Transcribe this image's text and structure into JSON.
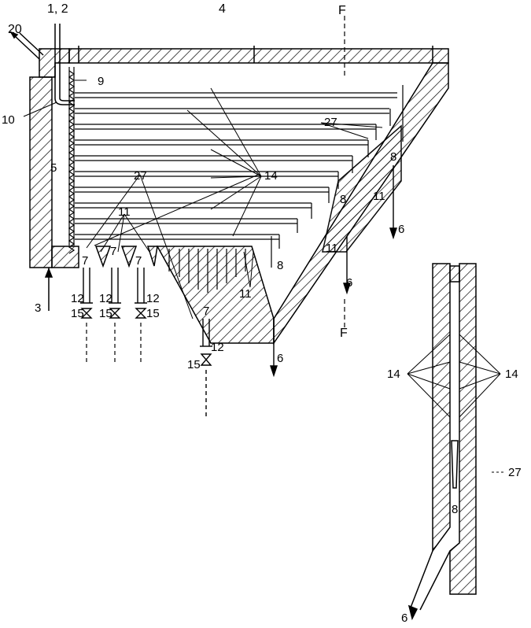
{
  "labels": {
    "l12": "1, 2",
    "l4": "4",
    "lF_top": "F",
    "l20": "20",
    "l9": "9",
    "l10": "10",
    "l27_a": "27",
    "l8_a": "8",
    "l5": "5",
    "l27_b": "27",
    "l14_main": "14",
    "l11_a": "11",
    "l6_a": "6",
    "l8_b": "8",
    "l11_b": "11",
    "l11_c": "11",
    "l7_a": "7",
    "l7_b": "7",
    "l7_c": "7",
    "l8_c": "8",
    "l6_b": "6",
    "l3": "3",
    "l12_a": "12",
    "l12_b": "12",
    "l12_c": "12",
    "l11_d": "11",
    "l7_d": "7",
    "lF_bottom": "F",
    "l15_a": "15",
    "l15_b": "15",
    "l15_c": "15",
    "l12_d": "12",
    "l6_c": "6",
    "l15_d": "15",
    "l14_left": "14",
    "l14_right": "14",
    "l27_c": "27",
    "l8_d": "8",
    "l6_d": "6"
  }
}
